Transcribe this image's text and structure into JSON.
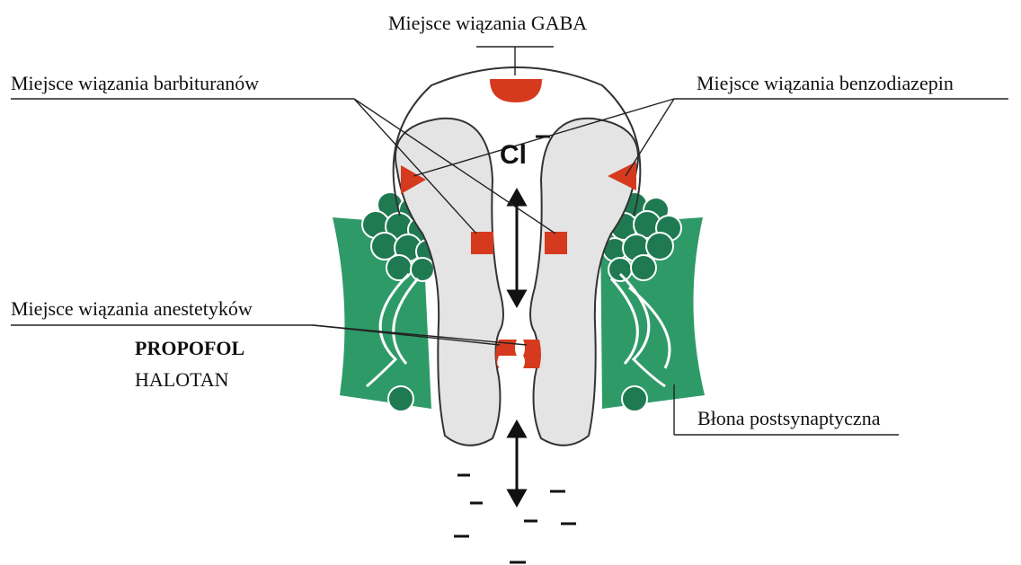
{
  "labels": {
    "gaba": "Miejsce wiązania GABA",
    "barbiturates": "Miejsce wiązania barbituranów",
    "benzodiazepines": "Miejsce wiązania benzodiazepin",
    "anesthetics": "Miejsce wiązania anestetyków",
    "propofol": "PROPOFOL",
    "halotan": "HALOTAN",
    "membrane": "Błona postsynaptyczna",
    "ion": "Cl"
  },
  "colors": {
    "membrane_green": "#2e9a68",
    "bead_green": "#1f7a52",
    "binding_red": "#d63a1e",
    "subunit_fill": "#e4e4e4",
    "outline": "#333333"
  }
}
